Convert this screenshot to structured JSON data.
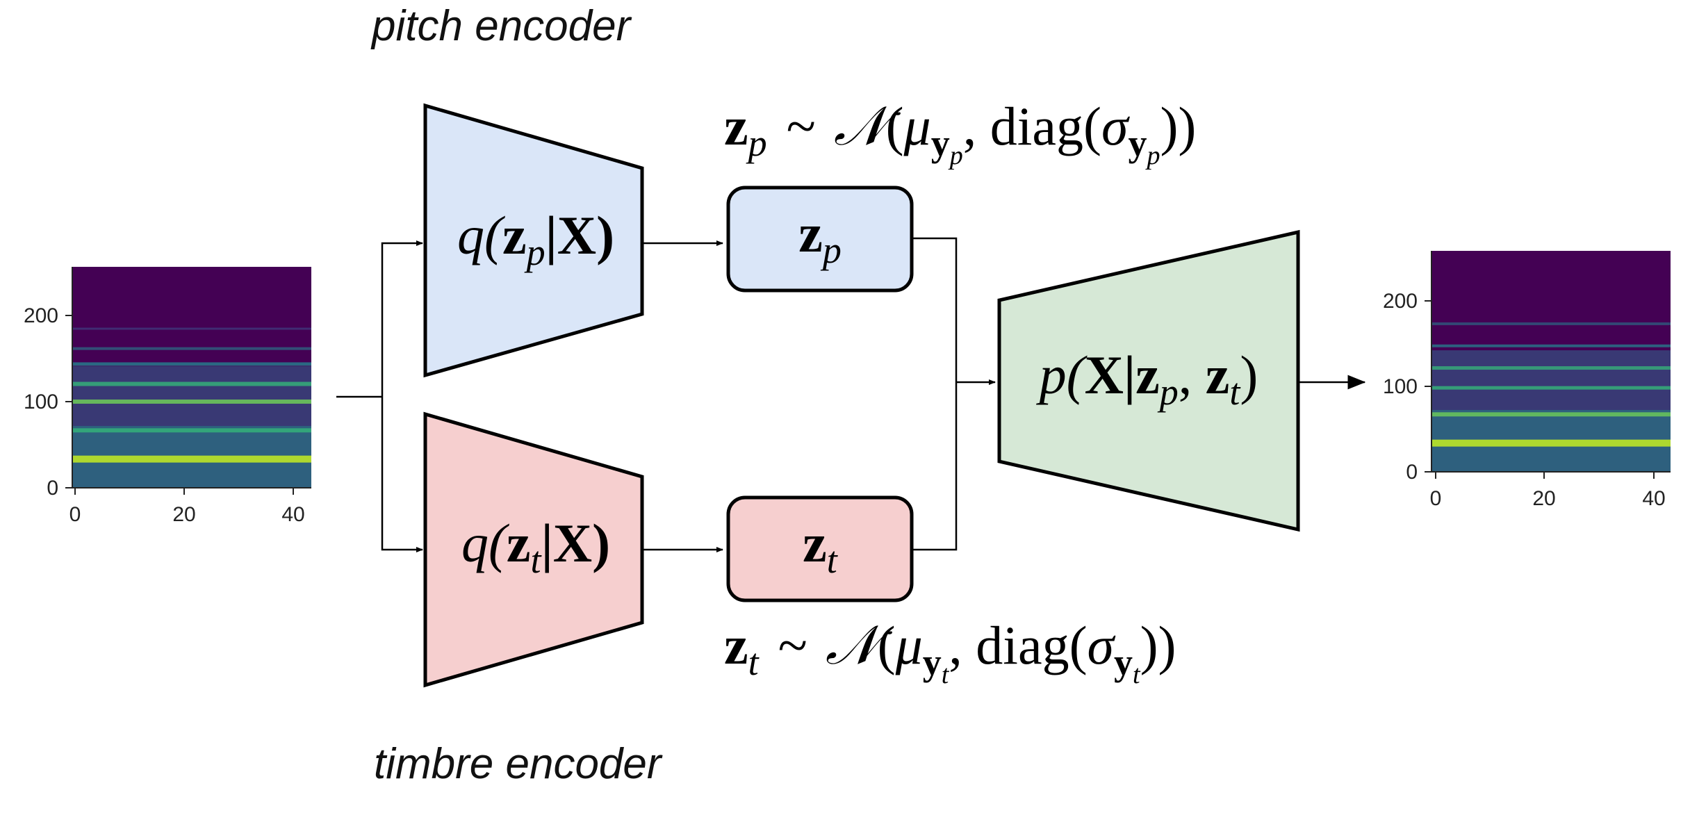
{
  "labels": {
    "pitch_encoder": "pitch encoder",
    "timbre_encoder": "timbre encoder"
  },
  "encoders": {
    "pitch": {
      "q": "q(",
      "z": "z",
      "sub": "p",
      "given": "|X)"
    },
    "timbre": {
      "q": "q(",
      "z": "z",
      "sub": "t",
      "given": "|X)"
    }
  },
  "latents": {
    "pitch": {
      "z": "z",
      "sub": "p"
    },
    "timbre": {
      "z": "z",
      "sub": "t"
    }
  },
  "decoder": {
    "p": "p(",
    "X": "X|",
    "zp": "z",
    "sub_p": "p",
    "comma": ", ",
    "zt": "z",
    "sub_t": "t",
    "close": ")"
  },
  "priors": {
    "pitch": {
      "z": "z",
      "sub": "p",
      "tilde": "~",
      "N": "𝒩",
      "open": "(",
      "mu": "μ",
      "y": "y",
      "ysub": "p",
      "mid": ", diag(",
      "sigma": "σ",
      "close": "))"
    },
    "timbre": {
      "z": "z",
      "sub": "t",
      "tilde": "~",
      "N": "𝒩",
      "open": "(",
      "mu": "μ",
      "y": "y",
      "ysub": "t",
      "mid": ", diag(",
      "sigma": "σ",
      "close": "))"
    }
  },
  "spectrograms": {
    "input": {
      "x_ticks": [
        "0",
        "20",
        "40"
      ],
      "y_ticks": [
        "0",
        "100",
        "200"
      ]
    },
    "output": {
      "x_ticks": [
        "0",
        "20",
        "40"
      ],
      "y_ticks": [
        "0",
        "100",
        "200"
      ]
    }
  },
  "colors": {
    "pitch_fill": "#dae6f8",
    "timbre_fill": "#f6cfcf",
    "decoder_fill": "#d6e8d6",
    "spec_background": "#440154",
    "spec_mid": "#26828e",
    "spec_high": "#b5de2b"
  }
}
